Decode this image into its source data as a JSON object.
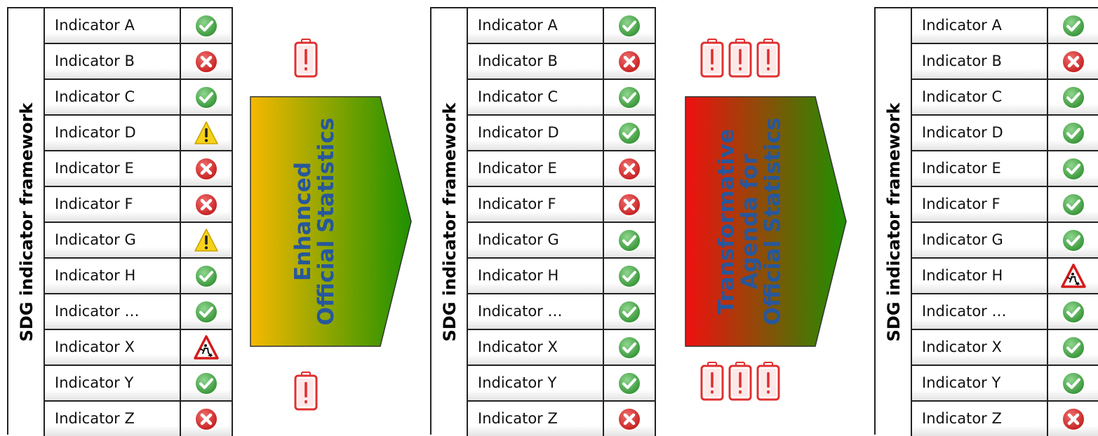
{
  "frameworks": [
    {
      "label": "SDG indicator framework",
      "indicators": [
        {
          "name": "Indicator A",
          "status": "check-icon"
        },
        {
          "name": "Indicator B",
          "status": "cross-icon"
        },
        {
          "name": "Indicator C",
          "status": "check-icon"
        },
        {
          "name": "Indicator D",
          "status": "warning-icon"
        },
        {
          "name": "Indicator E",
          "status": "cross-icon"
        },
        {
          "name": "Indicator F",
          "status": "cross-icon"
        },
        {
          "name": "Indicator G",
          "status": "warning-icon"
        },
        {
          "name": "Indicator H",
          "status": "check-icon"
        },
        {
          "name": "Indicator …",
          "status": "check-icon"
        },
        {
          "name": "Indicator X",
          "status": "roadwork-icon"
        },
        {
          "name": "Indicator Y",
          "status": "check-icon"
        },
        {
          "name": "Indicator Z",
          "status": "cross-icon"
        }
      ]
    },
    {
      "label": "SDG indicator framework",
      "indicators": [
        {
          "name": "Indicator A",
          "status": "check-icon"
        },
        {
          "name": "Indicator B",
          "status": "cross-icon"
        },
        {
          "name": "Indicator C",
          "status": "check-icon"
        },
        {
          "name": "Indicator D",
          "status": "check-icon"
        },
        {
          "name": "Indicator E",
          "status": "cross-icon"
        },
        {
          "name": "Indicator F",
          "status": "cross-icon"
        },
        {
          "name": "Indicator G",
          "status": "check-icon"
        },
        {
          "name": "Indicator H",
          "status": "check-icon"
        },
        {
          "name": "Indicator …",
          "status": "check-icon"
        },
        {
          "name": "Indicator X",
          "status": "check-icon"
        },
        {
          "name": "Indicator Y",
          "status": "check-icon"
        },
        {
          "name": "Indicator Z",
          "status": "cross-icon"
        }
      ]
    },
    {
      "label": "SDG indicator framework",
      "indicators": [
        {
          "name": "Indicator A",
          "status": "check-icon"
        },
        {
          "name": "Indicator B",
          "status": "cross-icon"
        },
        {
          "name": "Indicator C",
          "status": "check-icon"
        },
        {
          "name": "Indicator D",
          "status": "check-icon"
        },
        {
          "name": "Indicator E",
          "status": "check-icon"
        },
        {
          "name": "Indicator F",
          "status": "check-icon"
        },
        {
          "name": "Indicator G",
          "status": "check-icon"
        },
        {
          "name": "Indicator H",
          "status": "roadwork-icon"
        },
        {
          "name": "Indicator …",
          "status": "check-icon"
        },
        {
          "name": "Indicator X",
          "status": "check-icon"
        },
        {
          "name": "Indicator Y",
          "status": "check-icon"
        },
        {
          "name": "Indicator Z",
          "status": "cross-icon"
        }
      ]
    }
  ],
  "arrows": [
    {
      "lines": [
        "Enhanced",
        "Official Statistics"
      ],
      "gradient": [
        "#f5b800",
        "#1e9100"
      ],
      "battery_icons": "battery-alert-icon",
      "battery_count": 1
    },
    {
      "lines": [
        "Transformative",
        "Agenda for",
        "Official Statistics"
      ],
      "gradient": [
        "#f01010",
        "#1e9100"
      ],
      "battery_icons": "battery-alert-icon",
      "battery_count": 3
    }
  ],
  "colors": {
    "text_accent": "#27579c",
    "check": "#3aa53a",
    "cross": "#d42020",
    "warning": "#f2c200",
    "battery": "#e03030"
  }
}
